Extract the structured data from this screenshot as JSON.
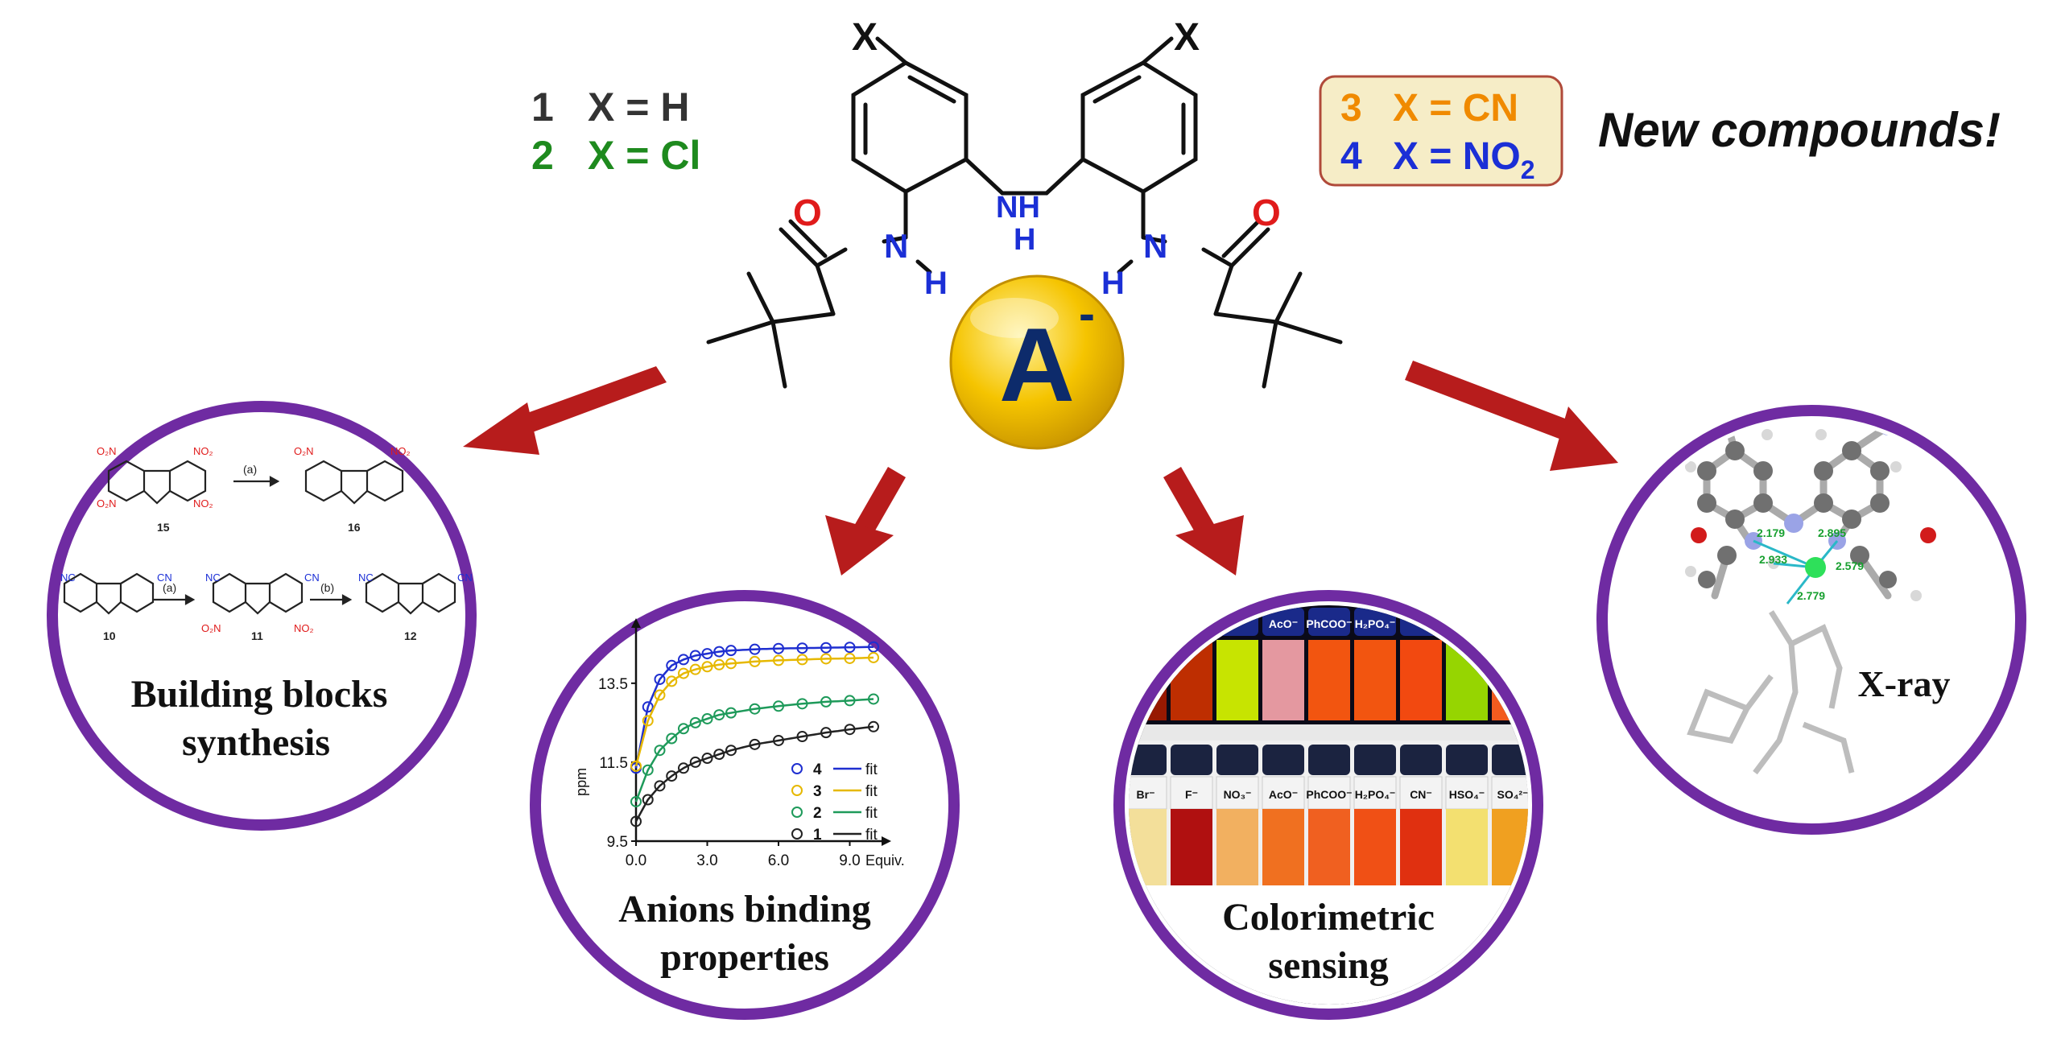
{
  "colors": {
    "ring": "#6f2ba2",
    "arrow": "#b71c1c",
    "anion_gold": "#f5c400",
    "anion_letter": "#0d2b6b",
    "oxygen": "#e01b1b",
    "nitrogen": "#1b2fd6",
    "compound_gray": "#333333",
    "compound_green": "#1e8a1e",
    "compound_orange": "#f08a00",
    "compound_blue": "#1b2fd6",
    "newbox_bg": "#f6edc7",
    "newbox_border": "#b04a3a"
  },
  "header": {
    "substituent_x": "X",
    "nh": "NH",
    "h": "H",
    "o": "O",
    "n": "N",
    "anion_letter": "A",
    "anion_charge": "-",
    "compounds_left": [
      {
        "num": "1",
        "formula": "X = H"
      },
      {
        "num": "2",
        "formula": "X = Cl"
      }
    ],
    "compounds_right": [
      {
        "num": "3",
        "formula": "X = CN"
      },
      {
        "num": "4",
        "formula": "X = NO",
        "subscript": "2"
      }
    ],
    "new_compounds": "New compounds!"
  },
  "panels": {
    "building_blocks": {
      "caption_line1": "Building blocks",
      "caption_line2": "synthesis",
      "step_a": "(a)",
      "step_b": "(b)",
      "labels": [
        "15",
        "16",
        "10",
        "11",
        "12"
      ]
    },
    "binding": {
      "caption_line1": "Anions binding",
      "caption_line2": "properties"
    },
    "colorimetric": {
      "caption_line1": "Colorimetric",
      "caption_line2": "sensing",
      "top_labels": [
        "AcO⁻",
        "PhCOO⁻",
        "H₂PO₄⁻"
      ],
      "bottom_labels": [
        "Br⁻",
        "F⁻",
        "NO₃⁻",
        "AcO⁻",
        "PhCOO⁻",
        "H₂PO₄⁻",
        "CN⁻",
        "HSO₄⁻",
        "SO₄²⁻"
      ]
    },
    "xray": {
      "caption": "X-ray",
      "distances": [
        "2.179",
        "2.895",
        "2.933",
        "2.579",
        "2.779"
      ]
    }
  },
  "chart_data": {
    "type": "scatter",
    "xlabel": "Equiv.",
    "ylabel": "ppm",
    "xlim": [
      0,
      10
    ],
    "ylim": [
      9.5,
      14.7
    ],
    "x_ticks": [
      "0.0",
      "3.0",
      "6.0",
      "9.0"
    ],
    "y_ticks": [
      "9.5",
      "11.5",
      "13.5"
    ],
    "legend_position": "bottom-right",
    "legend_fit_label": "fit",
    "series": [
      {
        "name": "4",
        "color": "#1f2fd0",
        "x": [
          0,
          0.5,
          1,
          1.5,
          2,
          2.5,
          3,
          3.5,
          4,
          5,
          6,
          7,
          8,
          9,
          10
        ],
        "y": [
          11.35,
          12.9,
          13.6,
          13.95,
          14.1,
          14.2,
          14.25,
          14.3,
          14.33,
          14.36,
          14.38,
          14.39,
          14.4,
          14.41,
          14.42
        ]
      },
      {
        "name": "3",
        "color": "#e6b800",
        "x": [
          0,
          0.5,
          1,
          1.5,
          2,
          2.5,
          3,
          3.5,
          4,
          5,
          6,
          7,
          8,
          9,
          10
        ],
        "y": [
          11.4,
          12.55,
          13.2,
          13.55,
          13.75,
          13.85,
          13.92,
          13.97,
          14.0,
          14.05,
          14.08,
          14.1,
          14.12,
          14.13,
          14.15
        ]
      },
      {
        "name": "2",
        "color": "#1e9a5a",
        "x": [
          0,
          0.5,
          1,
          1.5,
          2,
          2.5,
          3,
          3.5,
          4,
          5,
          6,
          7,
          8,
          9,
          10
        ],
        "y": [
          10.5,
          11.3,
          11.8,
          12.1,
          12.35,
          12.5,
          12.6,
          12.7,
          12.75,
          12.85,
          12.92,
          12.98,
          13.03,
          13.06,
          13.1
        ]
      },
      {
        "name": "1",
        "color": "#222222",
        "x": [
          0,
          0.5,
          1,
          1.5,
          2,
          2.5,
          3,
          3.5,
          4,
          5,
          6,
          7,
          8,
          9,
          10
        ],
        "y": [
          10.0,
          10.55,
          10.9,
          11.15,
          11.35,
          11.5,
          11.6,
          11.7,
          11.8,
          11.95,
          12.05,
          12.15,
          12.25,
          12.33,
          12.4
        ]
      }
    ]
  }
}
